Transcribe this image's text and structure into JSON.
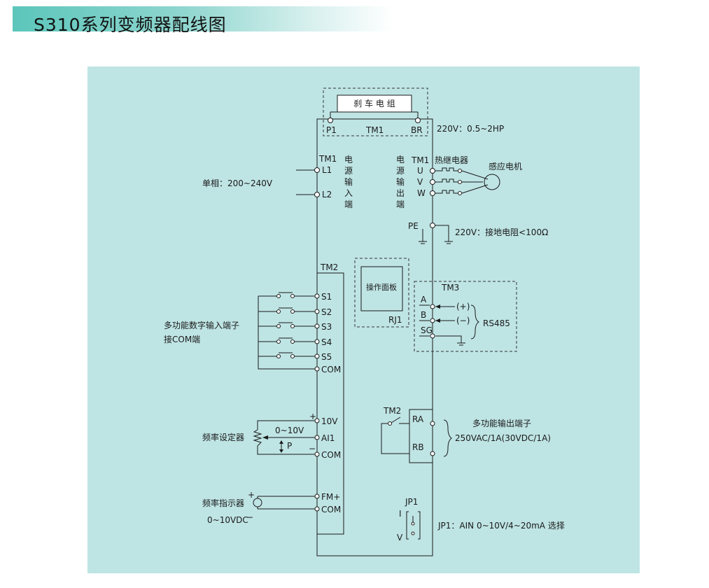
{
  "title": "S310系列变频器配线图",
  "brake": {
    "label": "刹 车 电 组",
    "p1": "P1",
    "tm1": "TM1",
    "br": "BR",
    "rating": "220V：0.5~2HP"
  },
  "power_in": {
    "tm1": "TM1",
    "l1": "L1",
    "l2": "L2",
    "supply": "单相：200~240V",
    "vlabel": [
      "电",
      "源",
      "输",
      "入",
      "端"
    ]
  },
  "power_out": {
    "tm1": "TM1",
    "relay": "热继电器",
    "motor": "感应电机",
    "u": "U",
    "v": "V",
    "w": "W",
    "vlabel": [
      "电",
      "源",
      "输",
      "出",
      "端"
    ]
  },
  "ground": {
    "pe": "PE",
    "text": "220V：接地电阻<100Ω"
  },
  "tm2": "TM2",
  "digital": {
    "inputs": [
      "S1",
      "S2",
      "S3",
      "S4",
      "S5",
      "COM"
    ],
    "label_line1": "多功能数字输入端子",
    "label_line2": "接COM端"
  },
  "panel_box": {
    "label": "操作面板",
    "rj": "RJ1"
  },
  "rs485": {
    "tm3": "TM3",
    "a": "A",
    "b": "B",
    "sg": "SG",
    "plus": "(+)",
    "minus": "(−)",
    "name": "RS485"
  },
  "freq_set": {
    "v10": "10V",
    "ai1": "AI1",
    "com": "COM",
    "range": "0~10V",
    "p": "P",
    "label": "频率设定器",
    "plus": "+",
    "minus": "−"
  },
  "relay_out": {
    "tm2": "TM2",
    "ra": "RA",
    "rb": "RB",
    "line1": "多功能输出端子",
    "line2": "250VAC/1A(30VDC/1A)"
  },
  "freq_ind": {
    "fm": "FM+",
    "com": "COM",
    "label": "频率指示器",
    "range": "0~10VDC",
    "plus": "+",
    "minus": "−"
  },
  "jumper": {
    "jp1": "JP1",
    "i": "I",
    "v": "V",
    "text": "JP1：AIN 0~10V/4~20mA 选择"
  }
}
